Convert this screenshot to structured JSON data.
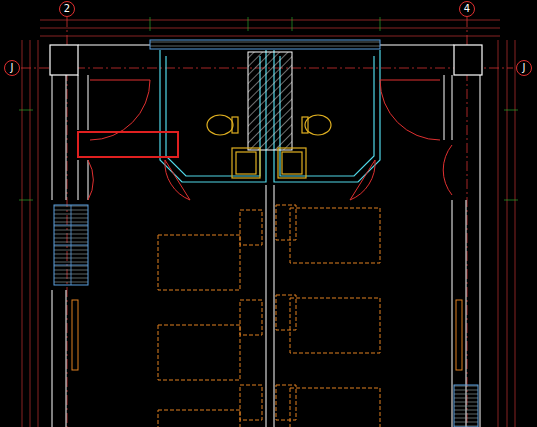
{
  "diagram": {
    "nodes": [
      {
        "text": [
          "2"
        ]
      },
      {
        "text": [
          "4"
        ]
      },
      {
        "text": [
          "J"
        ]
      },
      {
        "text": [
          "J"
        ]
      }
    ]
  }
}
